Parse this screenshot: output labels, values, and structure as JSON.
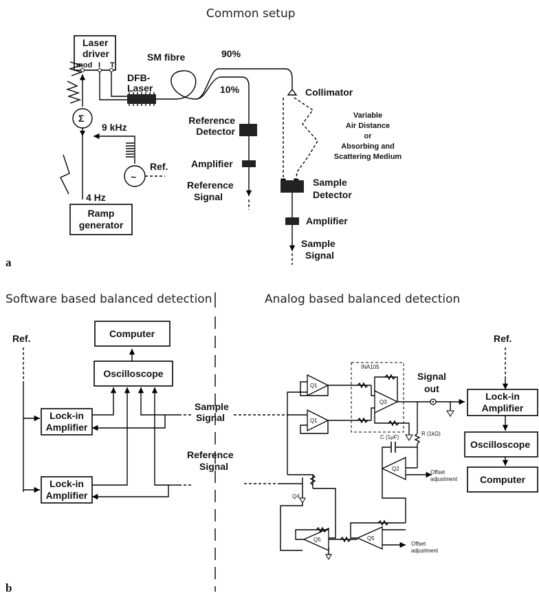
{
  "headers": {
    "common_setup": "Common setup",
    "software": "Software based balanced detection",
    "analog": "Analog based balanced detection"
  },
  "panel_labels": {
    "a": "a",
    "b": "b"
  },
  "top": {
    "laser_driver": [
      "Laser",
      "driver"
    ],
    "pins": {
      "mod": "mod",
      "i": "I",
      "t": "T"
    },
    "dfb_laser": [
      "DFB-",
      "Laser"
    ],
    "sm_fibre": "SM fibre",
    "split_90": "90%",
    "split_10": "10%",
    "collimator": "Collimator",
    "variable_medium": [
      "Variable",
      "Air Distance",
      "or",
      "Absorbing and",
      "Scattering Medium"
    ],
    "reference_detector": [
      "Reference",
      "Detector"
    ],
    "amplifier": "Amplifier",
    "reference_signal": [
      "Reference",
      "Signal"
    ],
    "sample_detector": [
      "Sample",
      "Detector"
    ],
    "sample_signal": [
      "Sample",
      "Signal"
    ],
    "freq_9khz": "9 kHz",
    "freq_4hz": "4 Hz",
    "sum_symbol": "Σ",
    "osc_symbol": "~",
    "ref": "Ref.",
    "ramp_generator": [
      "Ramp",
      "generator"
    ]
  },
  "left": {
    "ref": "Ref.",
    "computer": "Computer",
    "oscilloscope": "Oscilloscope",
    "lockin": [
      "Lock-in",
      "Amplifier"
    ],
    "sample_signal": [
      "Sample",
      "Signal"
    ],
    "reference_signal": [
      "Reference",
      "Signal"
    ]
  },
  "right": {
    "ina105": "INA105",
    "q1": "Q1",
    "q2": "Q2",
    "q3": "Q3",
    "q4": "Q4",
    "q5": "Q5",
    "signal_out": [
      "Signal",
      "out"
    ],
    "capacitor": "C (1μF)",
    "resistor": "R (1kΩ)",
    "offset_adjustment": [
      "Offset",
      "adjustment"
    ],
    "ref": "Ref.",
    "lockin": [
      "Lock-in",
      "Amplifier"
    ],
    "oscilloscope": "Oscilloscope",
    "computer": "Computer"
  }
}
